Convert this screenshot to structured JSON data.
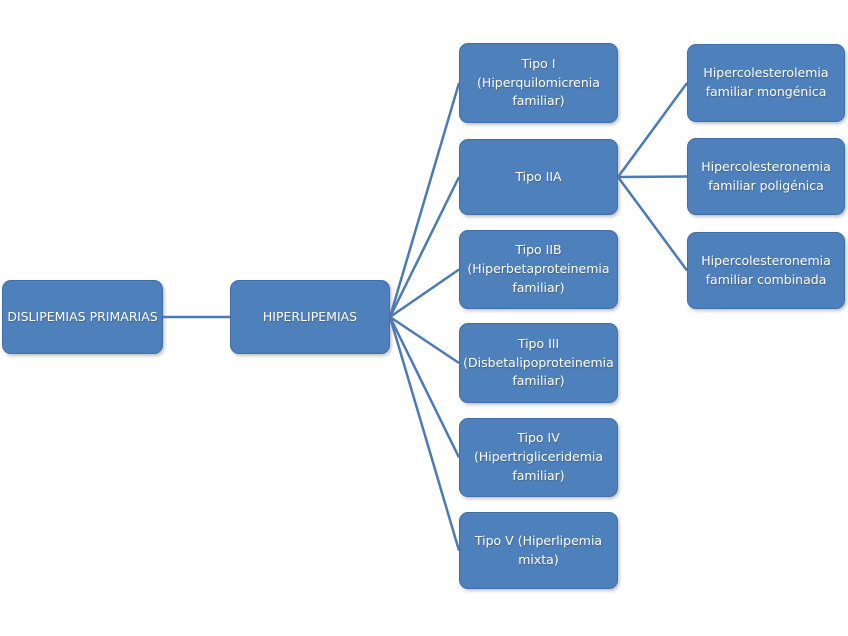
{
  "colors": {
    "node_fill": "#4e80bc",
    "node_border": "#3f6ea9",
    "connector": "#4a7ab8",
    "node_text": "#ffffff",
    "background": "#ffffff"
  },
  "diagram": {
    "type": "hierarchy",
    "root": {
      "label": "DISLIPEMIAS PRIMARIAS"
    },
    "level2": {
      "label": "HIPERLIPEMIAS"
    },
    "types": {
      "tipo_i": {
        "label": "Tipo I\n(Hiperquilomicrenia\nfamiliar)"
      },
      "tipo_iia": {
        "label": "Tipo IIA"
      },
      "tipo_iib": {
        "label": "Tipo IIB\n(Hiperbetaproteinemia\nfamiliar)"
      },
      "tipo_iii": {
        "label": "Tipo III\n(Disbetalipoproteinemia\nfamiliar)"
      },
      "tipo_iv": {
        "label": "Tipo IV\n(Hipertrigliceridemia\nfamiliar)"
      },
      "tipo_v": {
        "label": "Tipo V (Hiperlipemia\nmixta)"
      }
    },
    "subtypes_of_tipo_iia": {
      "monogenica": {
        "label": "Hipercolesterolemia\nfamiliar mongénica"
      },
      "poligenica": {
        "label": "Hipercolesteronemia\nfamiliar poligénica"
      },
      "combinada": {
        "label": "Hipercolesteronemia\nfamiliar combinada"
      }
    }
  }
}
